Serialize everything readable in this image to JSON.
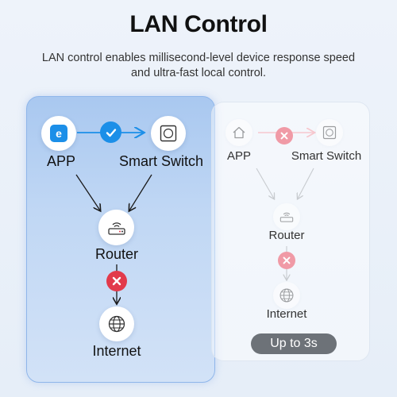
{
  "header": {
    "title": "LAN Control",
    "subtitle": "LAN control enables millisecond-level device response speed and ultra-fast local control."
  },
  "left_panel": {
    "app_label": "APP",
    "switch_label": "Smart Switch",
    "router_label": "Router",
    "internet_label": "Internet",
    "app_icon_letter": "e"
  },
  "right_panel": {
    "app_label": "APP",
    "switch_label": "Smart Switch",
    "router_label": "Router",
    "internet_label": "Internet",
    "response_badge": "Up to 3s"
  },
  "icons": {
    "app": "ewelink-app-icon",
    "switch": "smart-switch-icon",
    "router": "router-icon",
    "internet": "globe-icon",
    "success": "check-icon",
    "blocked": "x-icon",
    "home": "home-icon"
  },
  "colors": {
    "accent_blue": "#1c8fe8",
    "error_red": "#e23a4b",
    "faded_red": "#f09aa6",
    "panel_blue": "#b9d2f2"
  }
}
